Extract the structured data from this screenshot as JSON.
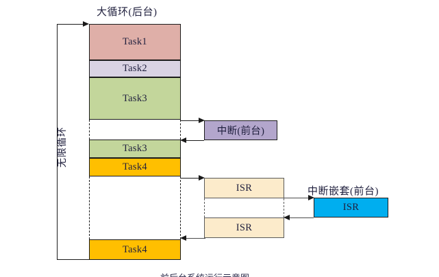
{
  "diagram": {
    "title_background": "大循环(后台)",
    "loop_label": "无限循环",
    "interrupt_label": "中断(前台)",
    "nested_interrupt_label": "中断嵌套(前台)",
    "caption": "前后台系统运行示意图",
    "background_tasks": [
      {
        "name": "task1",
        "label": "Task1",
        "color": "#DFAFA8"
      },
      {
        "name": "task2",
        "label": "Task2",
        "color": "#D9D3E3"
      },
      {
        "name": "task3",
        "label": "Task3",
        "color": "#C3D69B"
      },
      {
        "name": "task3b",
        "label": "Task3",
        "color": "#C3D69B"
      },
      {
        "name": "task4",
        "label": "Task4",
        "color": "#FFBF00"
      },
      {
        "name": "task4b",
        "label": "Task4",
        "color": "#FFBF00"
      }
    ],
    "isr_blocks": [
      {
        "name": "isr-upper",
        "label": "ISR",
        "color": "#FCEBCB"
      },
      {
        "name": "isr-lower",
        "label": "ISR",
        "color": "#FCEBCB"
      }
    ],
    "interrupt_box": {
      "label": "中断(前台)",
      "color": "#B3A6CC"
    },
    "nested_isr_box": {
      "label": "ISR",
      "color": "#00AEEF"
    },
    "colors": {
      "stroke": "#1a1a1a",
      "stroke_grey": "#4a4a4a",
      "text": "#1f1f3d"
    }
  }
}
